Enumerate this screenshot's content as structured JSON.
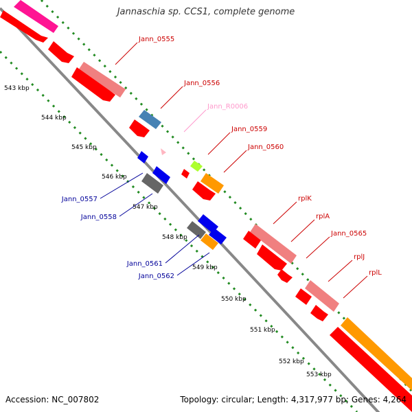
{
  "title": "Jannaschia sp. CCS1, complete genome",
  "accession": "Accession: NC_007802",
  "topology": "Topology: circular; Length: 4,317,977 bp; Genes: 4,264",
  "colors": {
    "backbone": "#888888",
    "dots": "#228B22",
    "cds_red": "#ff0000",
    "cds_pink": "#f08080",
    "cds_blue": "#0000ee",
    "cds_steel": "#4682b4",
    "cds_gray": "#666666",
    "cds_orange": "#ff9900",
    "cds_lime": "#adff2f",
    "cds_magenta": "#ff1493",
    "rna_pink": "#ffb6c1",
    "label_red": "#cc0000",
    "label_blue": "#000099",
    "label_pink": "#ff99cc"
  },
  "ticks": [
    {
      "label": "543 kbp"
    },
    {
      "label": "544 kbp"
    },
    {
      "label": "545 kbp"
    },
    {
      "label": "546 kbp"
    },
    {
      "label": "547 kbp"
    },
    {
      "label": "548 kbp"
    },
    {
      "label": "549 kbp"
    },
    {
      "label": "550 kbp"
    },
    {
      "label": "551 kbp"
    },
    {
      "label": "552 kbp"
    },
    {
      "label": "553 kbp"
    }
  ],
  "genes_outer": [
    {
      "label": "Jann_0555"
    },
    {
      "label": "Jann_0556"
    },
    {
      "label": "Jann_R0006"
    },
    {
      "label": "Jann_0559"
    },
    {
      "label": "Jann_0560"
    },
    {
      "label": "rplK"
    },
    {
      "label": "rplA"
    },
    {
      "label": "Jann_0565"
    },
    {
      "label": "rplJ"
    },
    {
      "label": "rplL"
    }
  ],
  "genes_inner": [
    {
      "label": "Jann_0557"
    },
    {
      "label": "Jann_0558"
    },
    {
      "label": "Jann_0561"
    },
    {
      "label": "Jann_0562"
    }
  ]
}
